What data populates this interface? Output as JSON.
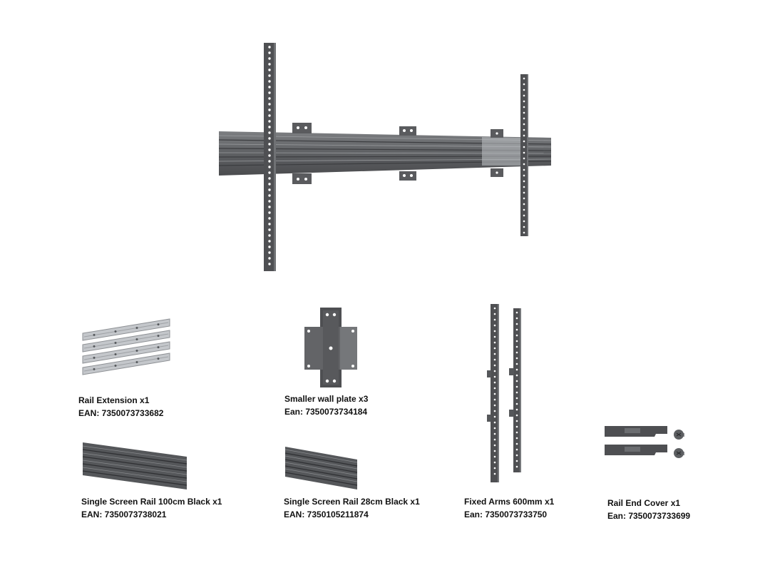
{
  "products": [
    {
      "name": "Rail Extension x1",
      "ean": "EAN: 7350073733682"
    },
    {
      "name": "Smaller wall plate x3",
      "ean": "Ean:  7350073734184"
    },
    {
      "name": "Single Screen Rail 100cm Black x1",
      "ean": "EAN: 7350073738021"
    },
    {
      "name": "Single Screen Rail 28cm Black x1",
      "ean": "EAN: 7350105211874"
    },
    {
      "name": "Fixed Arms 600mm x1",
      "ean": "Ean: 7350073733750"
    },
    {
      "name": "Rail End Cover x1",
      "ean": "Ean:  7350073733699"
    }
  ],
  "colors": {
    "metal_dark": "#4a4b4d",
    "metal_mid": "#6b6c6e",
    "metal_light": "#8d8f92",
    "silver": "#c9cccf"
  },
  "icons": [
    "assembled-wall-mount-icon",
    "rail-extension-icon",
    "wall-plate-icon",
    "rail-100cm-icon",
    "rail-28cm-icon",
    "fixed-arms-icon",
    "end-cover-icon",
    "screw-icon"
  ]
}
